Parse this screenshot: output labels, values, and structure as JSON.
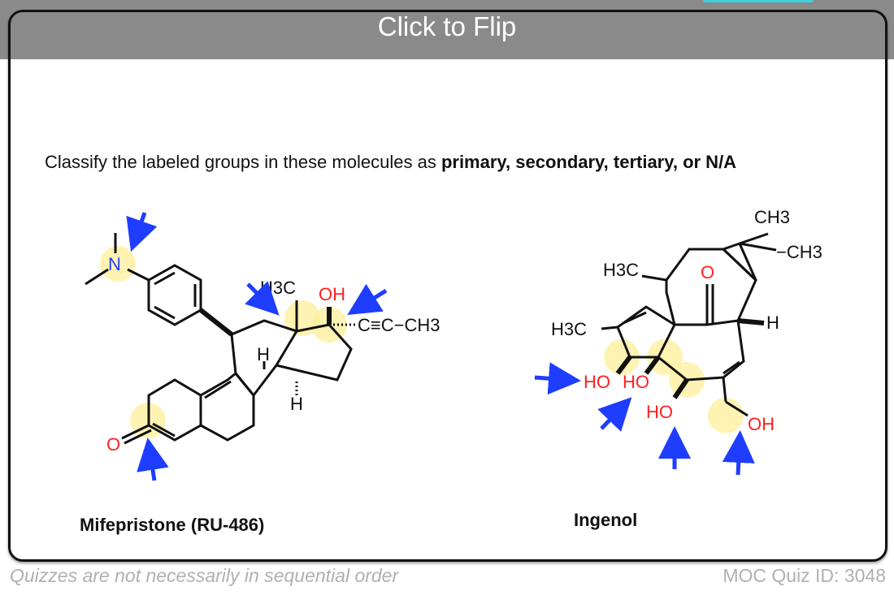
{
  "header": {
    "flip_label": "Click to Flip"
  },
  "question": {
    "text": "Classify the labeled groups in these molecules as ",
    "bold": "primary, secondary, tertiary, or N/A"
  },
  "molecules": [
    {
      "name": "Mifepristone (RU-486)",
      "atoms": {
        "n": "N",
        "h3c": "H3C",
        "oh": "OH",
        "alkyne": "C≡C−CH3",
        "h1": "H",
        "h2": "H",
        "o": "O"
      }
    },
    {
      "name": "Ingenol",
      "atoms": {
        "ch3a": "CH3",
        "ch3b": "−CH3",
        "h3c1": "H3C",
        "o": "O",
        "h": "H",
        "h3c2": "H3C",
        "ho1": "HO",
        "ho2": "HO",
        "ho3": "HO",
        "oh": "OH"
      }
    }
  ],
  "colors": {
    "arrow": "#1f3dff",
    "highlight": "#fff0a0",
    "heteroatom_o": "#ff2020",
    "heteroatom_n": "#1f3dff"
  },
  "footer": {
    "note": "Quizzes are not necessarily in sequential order",
    "quiz_id": "MOC Quiz ID: 3048"
  }
}
